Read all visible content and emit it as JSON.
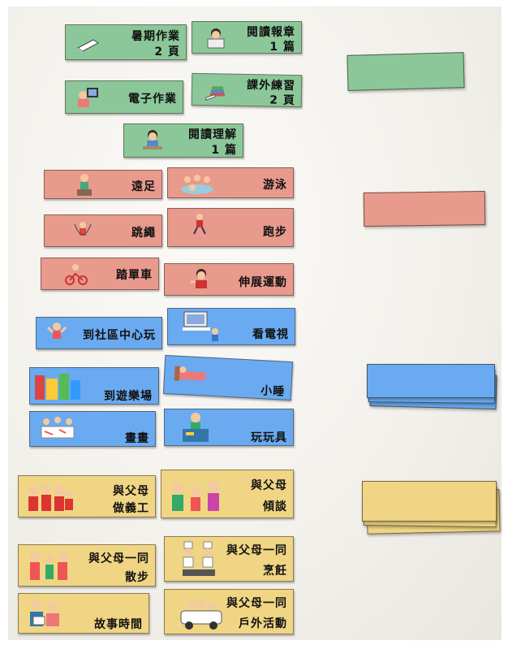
{
  "cards": {
    "summer_homework": {
      "line1": "暑期作業",
      "line2": "2 頁"
    },
    "read_newspaper": {
      "line1": "閱讀報章",
      "line2": "1 篇"
    },
    "e_homework": {
      "line1": "電子作業"
    },
    "extra_exercise": {
      "line1": "課外練習",
      "line2": "2 頁"
    },
    "reading_comprehension": {
      "line1": "閱讀理解",
      "line2": "1 篇"
    },
    "hiking": {
      "line1": "遠足"
    },
    "swimming": {
      "line1": "游泳"
    },
    "rope_skipping": {
      "line1": "跳繩"
    },
    "running": {
      "line1": "跑步"
    },
    "cycling": {
      "line1": "踏單車"
    },
    "stretching": {
      "line1": "伸展運動"
    },
    "community_centre": {
      "line1": "到社區中心玩"
    },
    "watch_tv": {
      "line1": "看電視"
    },
    "playground": {
      "line1": "到遊樂場"
    },
    "nap": {
      "line1": "小睡"
    },
    "drawing": {
      "line1": "畫畫"
    },
    "play_toys": {
      "line1": "玩玩具"
    },
    "volunteer": {
      "line1": "與父母",
      "line2": "做義工"
    },
    "chat_parents": {
      "line1": "與父母",
      "line2": "傾談"
    },
    "walk_parents": {
      "line1": "與父母一同",
      "line2": "散步"
    },
    "cook_parents": {
      "line1": "與父母一同",
      "line2": "烹飪"
    },
    "story_time": {
      "line1": "故事時間"
    },
    "outdoor_parents": {
      "line1": "與父母一同",
      "line2": "戶外活動"
    }
  },
  "colors": {
    "green": "#8cc79a",
    "red": "#e89a8c",
    "blue": "#6aaaf0",
    "yellow": "#efd584"
  },
  "icons": [
    "book-icon",
    "reader-icon",
    "computer-icon",
    "books-icon",
    "student-desk-icon",
    "hiker-icon",
    "swimmers-icon",
    "jump-rope-icon",
    "runner-icon",
    "bicycle-icon",
    "stretch-icon",
    "child-play-icon",
    "television-icon",
    "playground-icon",
    "bed-icon",
    "drawing-kids-icon",
    "toy-box-icon",
    "volunteers-icon",
    "family-talk-icon",
    "family-walk-icon",
    "cooking-icon",
    "story-icon",
    "car-family-icon"
  ]
}
